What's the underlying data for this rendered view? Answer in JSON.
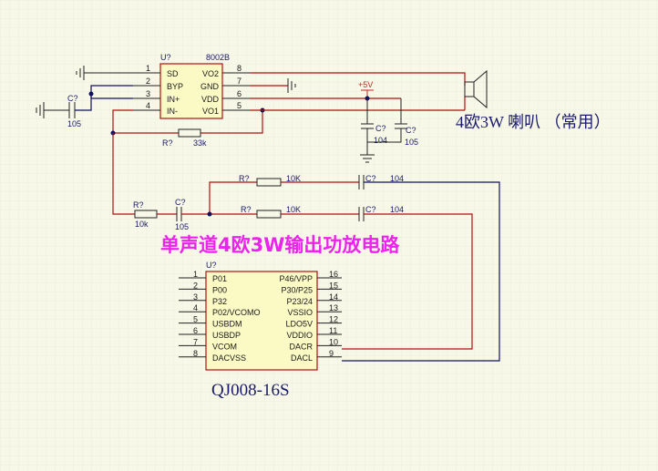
{
  "title": "单声道4欧3W输出功放电路",
  "speaker_label": "4欧3W 喇叭 （常用）",
  "power_label": "+5V",
  "amp": {
    "ref": "U?",
    "part": "8002B",
    "left_pins": [
      {
        "num": "1",
        "name": "SD"
      },
      {
        "num": "2",
        "name": "BYP"
      },
      {
        "num": "3",
        "name": "IN+"
      },
      {
        "num": "4",
        "name": "IN-"
      }
    ],
    "right_pins": [
      {
        "num": "8",
        "name": "VO2"
      },
      {
        "num": "7",
        "name": "GND"
      },
      {
        "num": "6",
        "name": "VDD"
      },
      {
        "num": "5",
        "name": "VO1"
      }
    ]
  },
  "mcu": {
    "ref": "U?",
    "part": "QJ008-16S",
    "left_pins": [
      {
        "num": "1",
        "name": "P01"
      },
      {
        "num": "2",
        "name": "P00"
      },
      {
        "num": "3",
        "name": "P32"
      },
      {
        "num": "4",
        "name": "P02/VCOMO"
      },
      {
        "num": "5",
        "name": "USBDM"
      },
      {
        "num": "6",
        "name": "USBDP"
      },
      {
        "num": "7",
        "name": "VCOM"
      },
      {
        "num": "8",
        "name": "DACVSS"
      }
    ],
    "right_pins": [
      {
        "num": "16",
        "name": "P46/VPP"
      },
      {
        "num": "15",
        "name": "P30/P25"
      },
      {
        "num": "14",
        "name": "P23/24"
      },
      {
        "num": "13",
        "name": "VSSIO"
      },
      {
        "num": "12",
        "name": "LDO5V"
      },
      {
        "num": "11",
        "name": "VDDIO"
      },
      {
        "num": "10",
        "name": "DACR"
      },
      {
        "num": "9",
        "name": "DACL"
      }
    ]
  },
  "components": {
    "c_in": {
      "ref": "C?",
      "value": "105"
    },
    "r_fb": {
      "ref": "R?",
      "value": "33k"
    },
    "c_vdd1": {
      "ref": "C?",
      "value": "104"
    },
    "c_vdd2": {
      "ref": "C?",
      "value": "105"
    },
    "r_top": {
      "ref": "R?",
      "value": "10K"
    },
    "c_top": {
      "ref": "C?",
      "value": "104"
    },
    "r_bot": {
      "ref": "R?",
      "value": "10K"
    },
    "c_bot": {
      "ref": "C?",
      "value": "104"
    },
    "r_in": {
      "ref": "R?",
      "value": "10k"
    },
    "c_mix": {
      "ref": "C?",
      "value": "105"
    }
  }
}
